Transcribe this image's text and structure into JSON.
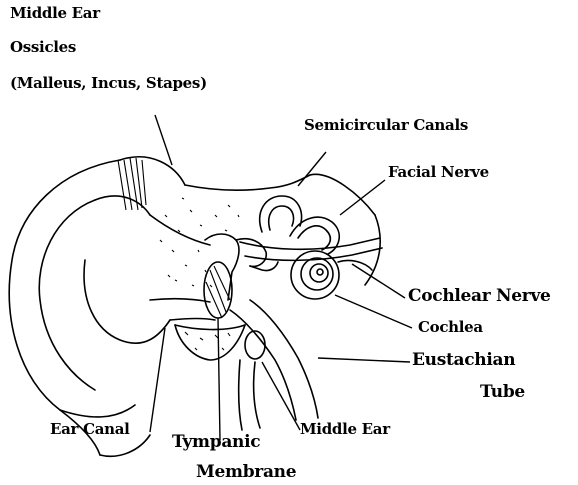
{
  "labels": {
    "ossicles_title": "Middle Ear",
    "ossicles_line2": "Ossicles",
    "ossicles_line3": "(Malleus, Incus, Stapes)",
    "semicircular_canals": "Semicircular Canals",
    "facial_nerve": "Facial Nerve",
    "cochlear_nerve": "Cochlear Nerve",
    "cochlea": "Cochlea",
    "eustachian_line1": "Eustachian",
    "eustachian_line2": "Tube",
    "ear_canal": "Ear Canal",
    "tympanic_line1": "Tympanic",
    "tympanic_line2": "Membrane",
    "middle_ear": "Middle Ear"
  }
}
